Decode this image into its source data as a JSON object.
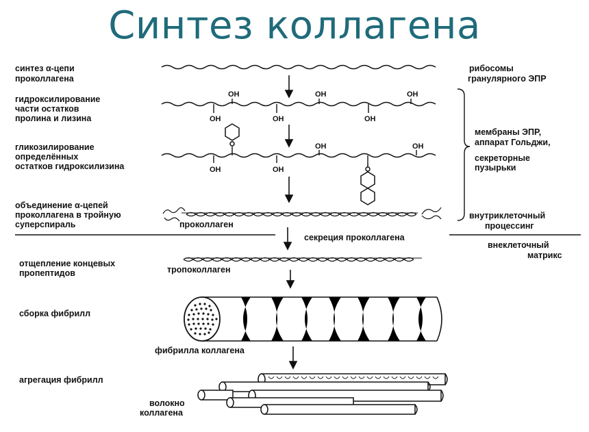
{
  "title": "Синтез коллагена",
  "left_steps": [
    [
      "синтез α-цепи",
      "проколлагена"
    ],
    [
      "гидроксилирование",
      "части остатков",
      "пролина и лизина"
    ],
    [
      "гликозилирование",
      "определённых",
      "остатков гидроксилизина"
    ],
    [
      "объединение α-цепей",
      "проколлагена в тройную",
      "суперспираль"
    ],
    [
      "отщепление концевых",
      "пропептидов"
    ],
    [
      "сборка фибрилл"
    ],
    [
      "агрегация фибрилл"
    ]
  ],
  "right_locations": [
    [
      "рибосомы",
      "гранулярного ЭПР"
    ],
    [
      "мембраны ЭПР,",
      "аппарат Гольджи,",
      "секреторные",
      "пузырьки"
    ],
    [
      "внутриклеточный",
      "процессинг"
    ],
    [
      "внеклеточный",
      "матрикс"
    ]
  ],
  "center_labels": {
    "procollagen": "проколлаген",
    "secretion": "секреция проколлагена",
    "tropocollagen": "тропоколлаген",
    "fibril": "фибрилла коллагена",
    "fiber_line1": "волокно",
    "fiber_line2": "коллагена"
  },
  "oh_label": "OH",
  "colors": {
    "title": "#1f6b7a",
    "ink": "#111111"
  }
}
